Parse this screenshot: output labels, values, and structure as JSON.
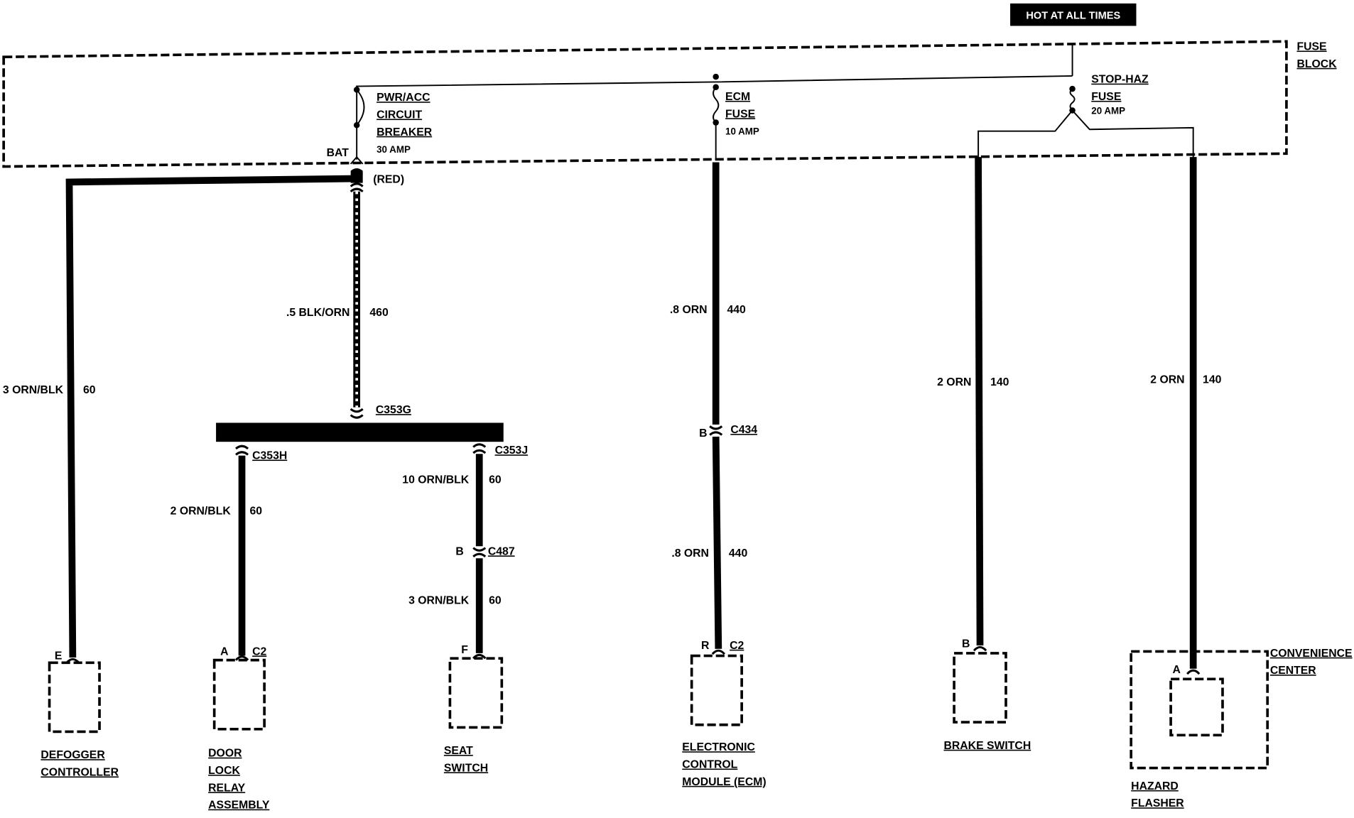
{
  "header": {
    "hot_label": "HOT AT ALL TIMES"
  },
  "fuse_block": {
    "label_1": "FUSE",
    "label_2": "BLOCK",
    "breaker": {
      "l1": "PWR/ACC",
      "l2": "CIRCUIT",
      "l3": "BREAKER",
      "rating": "30 AMP",
      "bat": "BAT"
    },
    "ecm_fuse": {
      "l1": "ECM",
      "l2": "FUSE",
      "rating": "10 AMP"
    },
    "stop_haz": {
      "l1": "STOP-HAZ",
      "l2": "FUSE",
      "rating": "20 AMP"
    }
  },
  "wires": {
    "red": "(RED)",
    "defogger": {
      "gauge": "3 ORN/BLK",
      "circuit": "60"
    },
    "w460": {
      "gauge": ".5 BLK/ORN",
      "circuit": "460"
    },
    "door": {
      "gauge": "2 ORN/BLK",
      "circuit": "60"
    },
    "seat_upper": {
      "gauge": "10 ORN/BLK",
      "circuit": "60"
    },
    "seat_lower": {
      "gauge": "3 ORN/BLK",
      "circuit": "60"
    },
    "ecm_upper": {
      "gauge": ".8 ORN",
      "circuit": "440"
    },
    "ecm_lower": {
      "gauge": ".8 ORN",
      "circuit": "440"
    },
    "brake": {
      "gauge": "2 ORN",
      "circuit": "140"
    },
    "hazard": {
      "gauge": "2 ORN",
      "circuit": "140"
    }
  },
  "connectors": {
    "c353g": "C353G",
    "c353h": "C353H",
    "c353j": "C353J",
    "c487": "C487",
    "c487_pin": "B",
    "c434": "C434",
    "c434_pin": "B"
  },
  "components": {
    "defogger": {
      "pin": "E",
      "l1": "DEFOGGER",
      "l2": "CONTROLLER"
    },
    "door_lock": {
      "pin": "A",
      "conn": "C2",
      "l1": "DOOR",
      "l2": "LOCK",
      "l3": "RELAY",
      "l4": "ASSEMBLY"
    },
    "seat": {
      "pin": "F",
      "l1": "SEAT",
      "l2": "SWITCH"
    },
    "ecm": {
      "pin": "R",
      "conn": "C2",
      "l1": "ELECTRONIC",
      "l2": "CONTROL",
      "l3": "MODULE (ECM)"
    },
    "brake": {
      "pin": "B",
      "l1": "BRAKE SWITCH"
    },
    "convenience": {
      "l1": "CONVENIENCE",
      "l2": "CENTER"
    },
    "hazard": {
      "pin": "A",
      "l1": "HAZARD",
      "l2": "FLASHER"
    }
  }
}
